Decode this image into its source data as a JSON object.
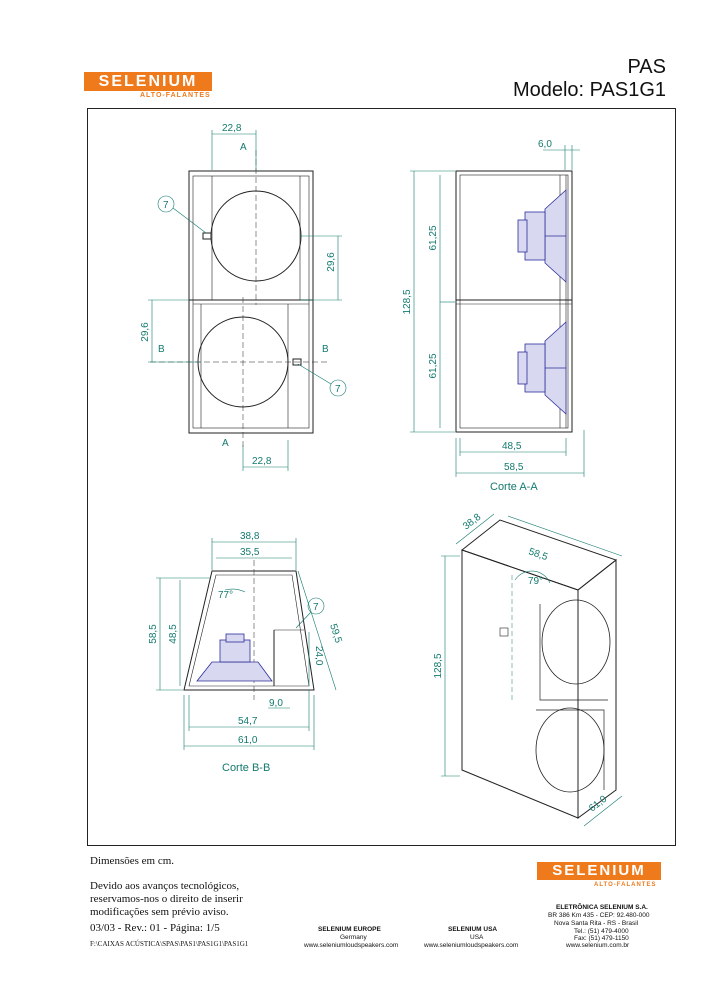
{
  "header": {
    "logo": "SELENIUM",
    "logo_sub": "ALTO-FALANTES",
    "product": "PAS",
    "model": "Modelo: PAS1G1"
  },
  "front_view": {
    "dim_width_top": "22,8",
    "dim_width_bottom": "22,8",
    "section_a": "A",
    "section_b": "B",
    "dim_port_top": "29,6",
    "dim_port_left": "29,6",
    "callout": "7"
  },
  "section_aa": {
    "dim_top": "6,0",
    "dim_height": "128,5",
    "dim_half_top": "61,25",
    "dim_half_bottom": "61,25",
    "dim_inner": "48,5",
    "dim_outer": "58,5",
    "title": "Corte A-A"
  },
  "section_bb": {
    "dim_top_outer": "38,8",
    "dim_top_inner": "35,5",
    "dim_angle": "77°",
    "dim_side_outer": "58,5",
    "dim_side_inner": "48,5",
    "dim_diag": "59,5",
    "dim_port": "24,0",
    "dim_port_w": "9,0",
    "dim_bottom_inner": "54,7",
    "dim_bottom_outer": "61,0",
    "callout": "7",
    "title": "Corte B-B"
  },
  "iso_view": {
    "dim_top": "38,8",
    "dim_depth": "58,5",
    "dim_angle": "79°",
    "dim_height": "128,5",
    "dim_bottom": "61,0"
  },
  "notes": {
    "units": "Dimensões em cm.",
    "disclaimer_1": "Devido aos avanços tecnológicos,",
    "disclaimer_2": "reservamos-nos o direito de inserir",
    "disclaimer_3": "modificações sem prévio aviso.",
    "revision": "03/03 - Rev.: 01 - Página: 1/5",
    "path": "F:\\CAIXAS ACÚSTICA\\SPAS\\PAS1\\PAS1G1\\PAS1G1"
  },
  "footer": {
    "logo": "SELENIUM",
    "logo_sub": "ALTO-FALANTES",
    "europe_title": "SELENIUM EUROPE",
    "europe_country": "Germany",
    "europe_web": "www.seleniumloudspeakers.com",
    "usa_title": "SELENIUM USA",
    "usa_country": "USA",
    "usa_web": "www.seleniumloudspeakers.com",
    "company": "ELETRÔNICA SELENIUM S.A.",
    "address_1": "BR 386 Km 435 - CEP: 92.480-000",
    "address_2": "Nova Santa Rita - RS - Brasil",
    "tel": "Tel.: (51) 479-4000",
    "fax": "Fax: (51) 479-1150",
    "web": "www.selenium.com.br"
  }
}
